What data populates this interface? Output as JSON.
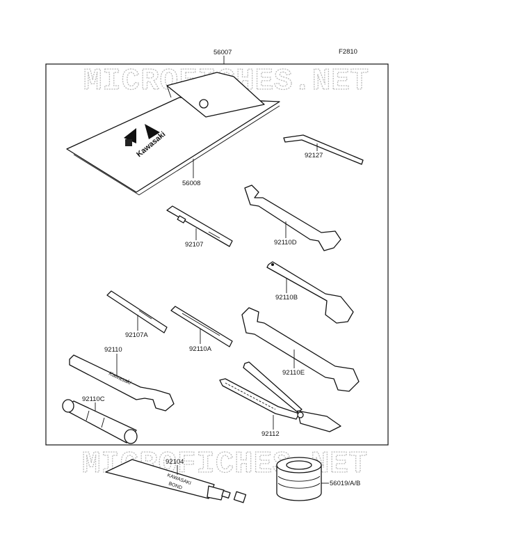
{
  "diagram": {
    "figure_code": "F2810",
    "watermark": "MICROFICHES.NET",
    "parts": {
      "kit_bag": "56007",
      "pouch": "56008",
      "hex_key": "92127",
      "plug_wrench_handle": "92107",
      "wrench_d": "92110D",
      "wrench_b": "92110B",
      "handle_a": "92107A",
      "screwdriver_a": "92110A",
      "wrench_e": "92110E",
      "wrench": "92110",
      "plug_socket": "92110C",
      "pliers": "92112",
      "grease_tube": "92104",
      "filter": "56019/A/B"
    },
    "markings": {
      "pouch_brand": "Kawasaki",
      "wrench_brand": "Kawasaki",
      "tube_text_line1": "KAWASAKI",
      "tube_text_line2": "BOND"
    }
  }
}
